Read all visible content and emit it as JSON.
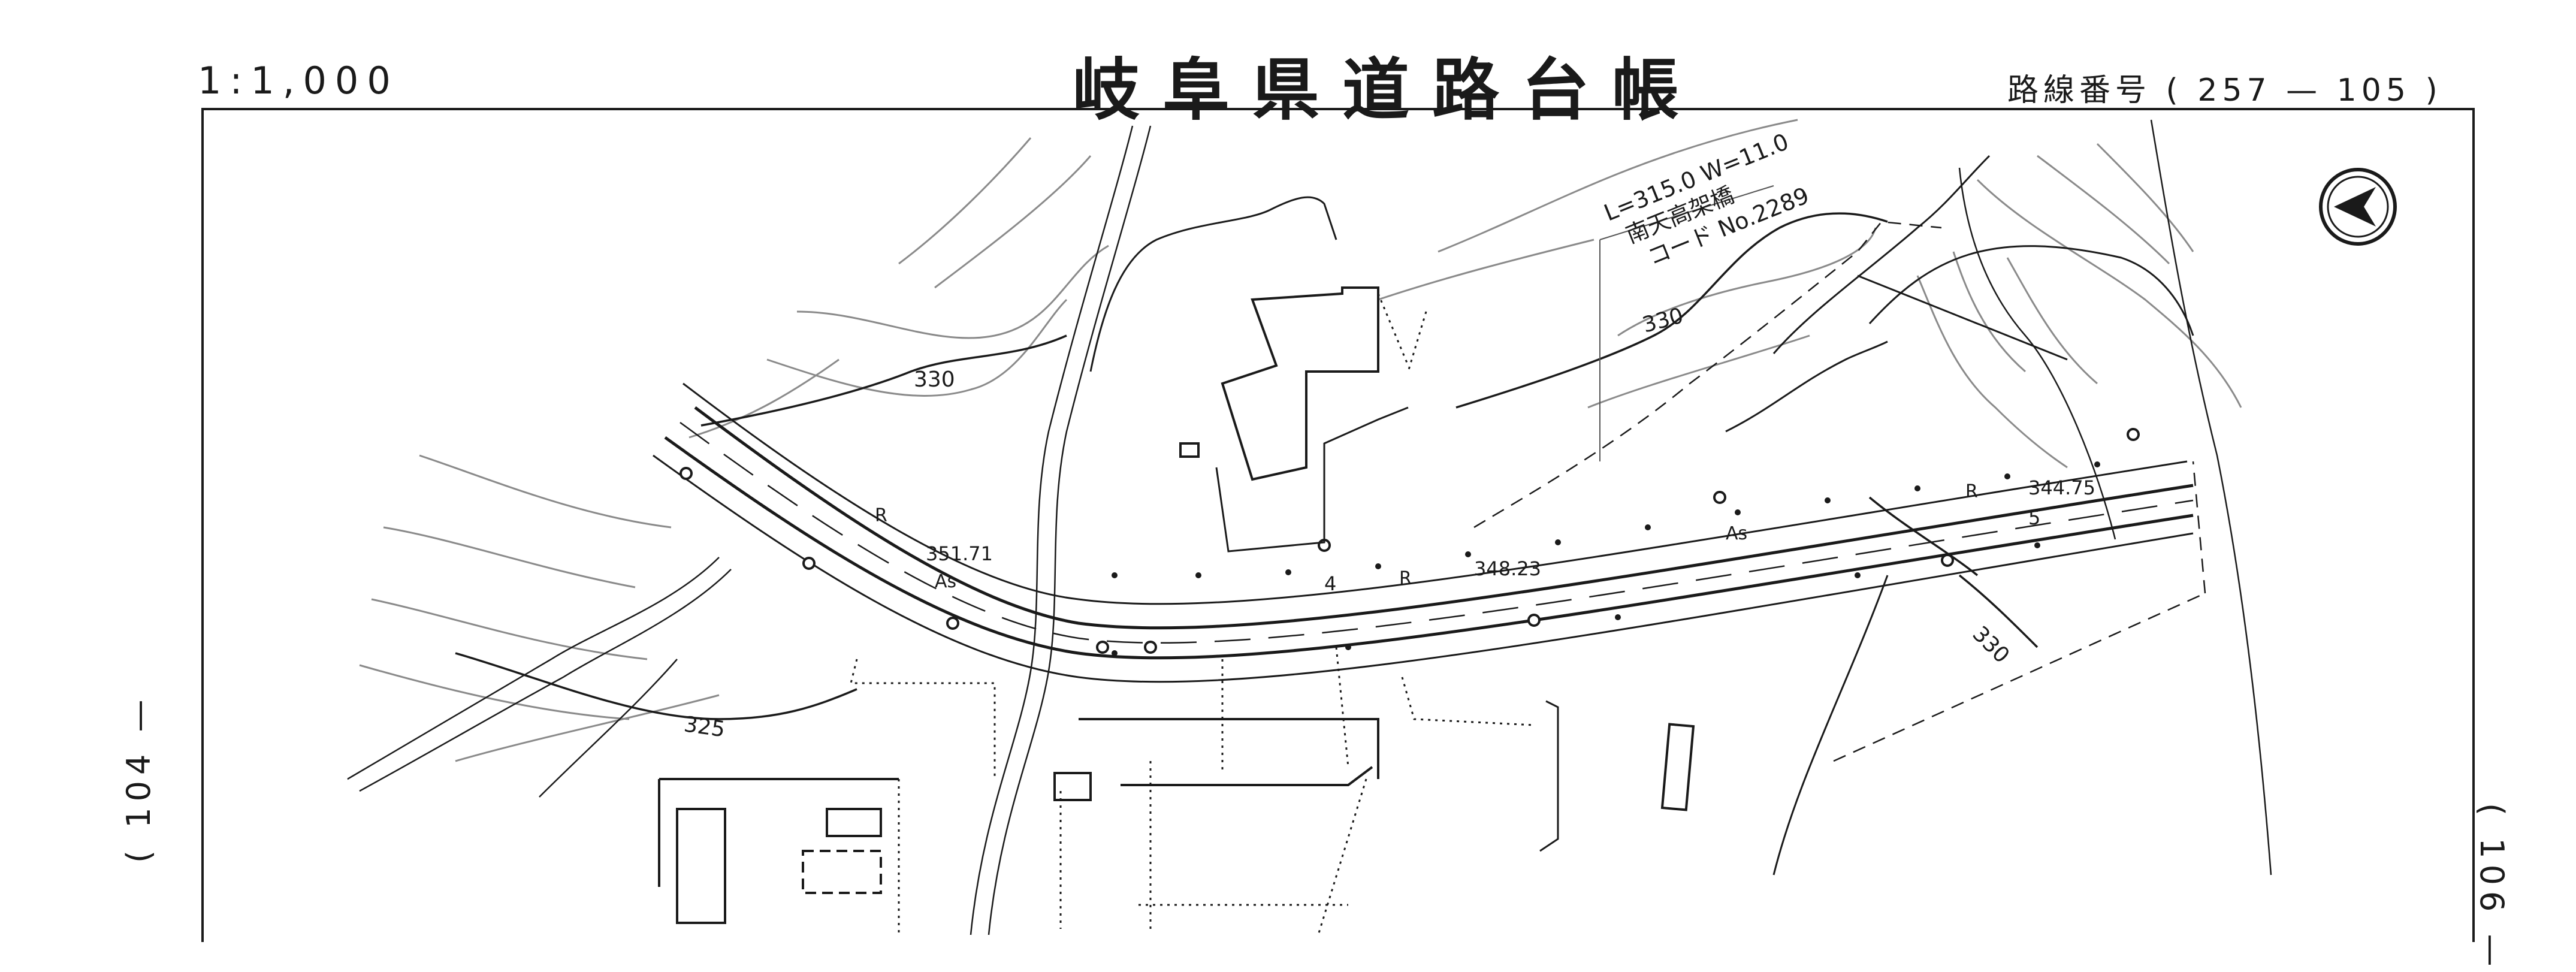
{
  "header": {
    "scale": "1:1,000",
    "title": "岐阜県道路台帳",
    "route_label": "路線番号",
    "route_number": "( 257 — 105 )"
  },
  "sheet_refs": {
    "left": "( 104 —",
    "right": "( 106 —"
  },
  "bridge_note": {
    "line1": "L=315.0 W=11.0",
    "line2": "南天高架橋",
    "line3": "コード No.2289"
  },
  "contours": {
    "c330_a": "330",
    "c330_b": "330",
    "c330_c": "330",
    "c325": "325"
  },
  "road_labels": {
    "elev_1": "351.71",
    "elev_2": "348.23",
    "elev_3": "344.75",
    "station_4": "4",
    "station_5": "5",
    "curve_r1": "R",
    "curve_r2": "R",
    "curve_r3": "R",
    "surface_1": "As",
    "surface_2": "As"
  },
  "north_arrow": {
    "icon": "north-arrow-icon"
  }
}
